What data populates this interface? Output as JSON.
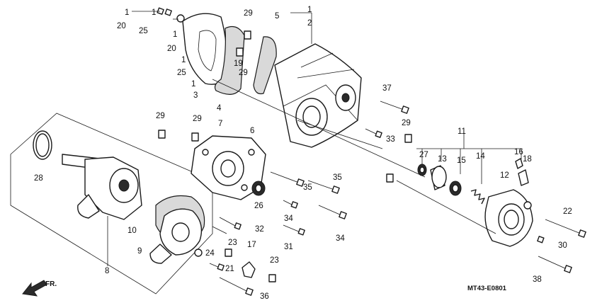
{
  "diagram": {
    "drawing_code": "MT43-E0801",
    "front_label": "FR.",
    "callouts": [
      "1",
      "1",
      "1",
      "1",
      "1",
      "1",
      "2",
      "3",
      "4",
      "5",
      "6",
      "7",
      "8",
      "9",
      "10",
      "11",
      "12",
      "13",
      "14",
      "15",
      "16",
      "17",
      "18",
      "19",
      "20",
      "20",
      "21",
      "22",
      "23",
      "23",
      "24",
      "25",
      "25",
      "26",
      "27",
      "28",
      "29",
      "29",
      "29",
      "29",
      "29",
      "30",
      "31",
      "32",
      "33",
      "34",
      "34",
      "35",
      "35",
      "36",
      "37",
      "38"
    ]
  }
}
